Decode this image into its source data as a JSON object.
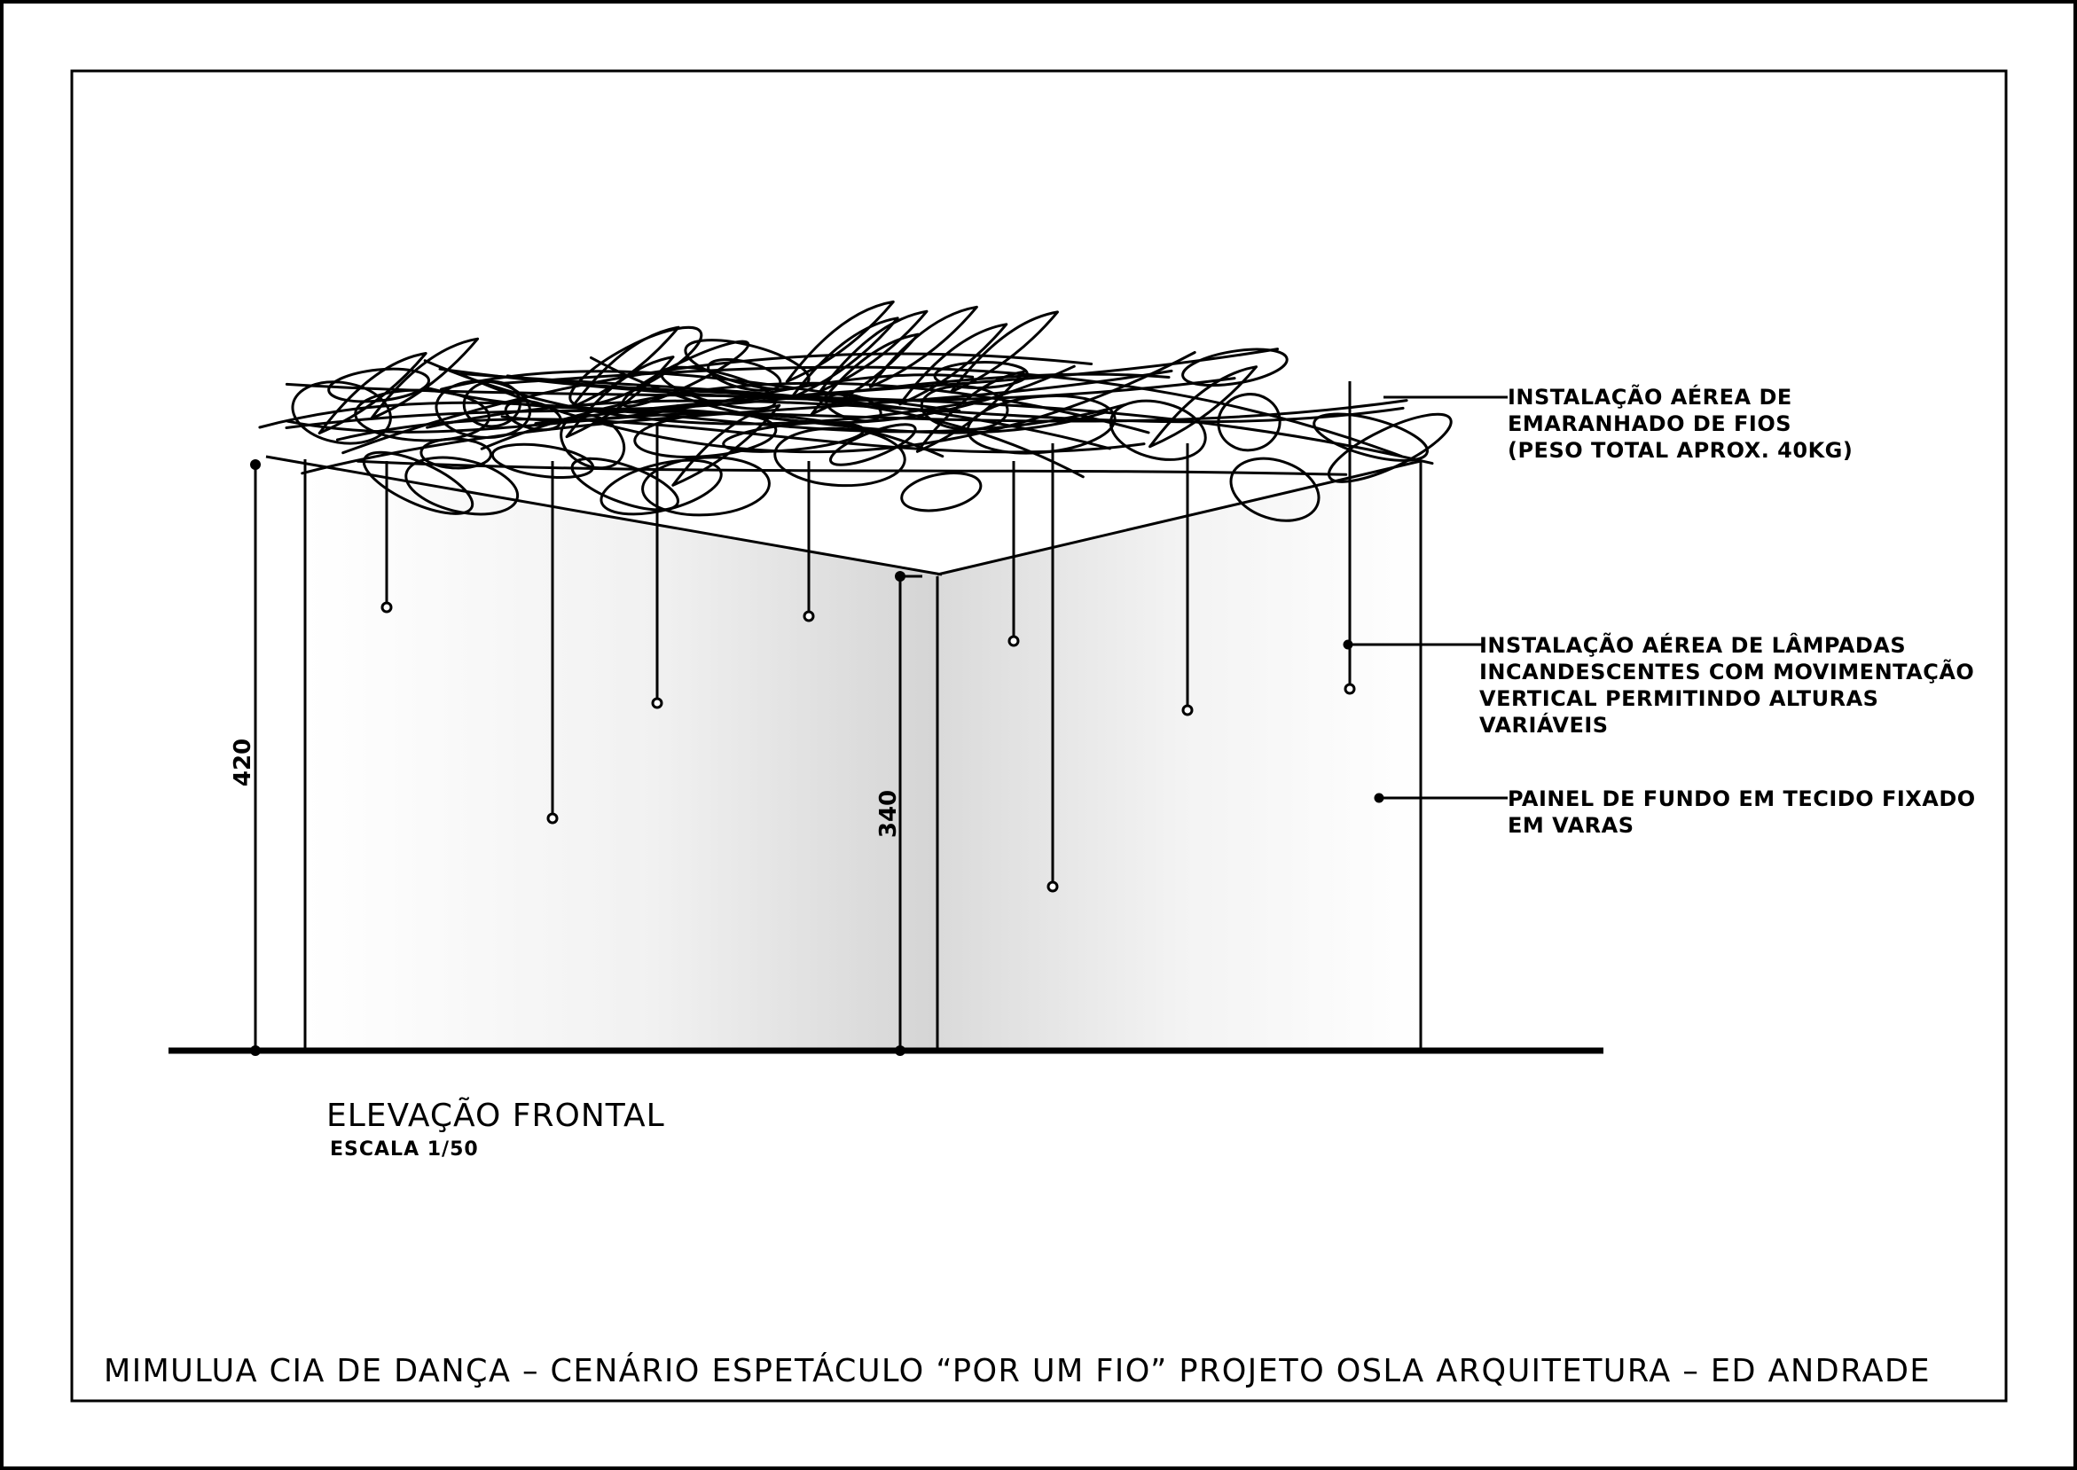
{
  "drawing": {
    "view_title": "ELEVAÇÃO FRONTAL",
    "scale_label": "ESCALA 1/50",
    "footer_text": "MIMULUA CIA DE DANÇA – CENÁRIO ESPETÁCULO “POR UM FIO”  PROJETO OSLA ARQUITETURA – ED ANDRADE"
  },
  "dimensions": {
    "left_height": "420",
    "center_height": "340"
  },
  "annotations": {
    "wires": [
      "INSTALAÇÃO AÉREA DE",
      "EMARANHADO DE FIOS",
      "(PESO TOTAL APROX. 40KG)"
    ],
    "lamps": [
      "INSTALAÇÃO AÉREA DE LÂMPADAS",
      "INCANDESCENTES COM MOVIMENTAÇÃO",
      "VERTICAL PERMITINDO ALTURAS",
      "VARIÁVEIS"
    ],
    "panel": [
      "PAINEL DE FUNDO EM TECIDO FIXADO",
      "EM VARAS"
    ]
  },
  "colors": {
    "line": "#000000",
    "panel_light": "#ffffff",
    "panel_shade": "#d8d8d8"
  }
}
